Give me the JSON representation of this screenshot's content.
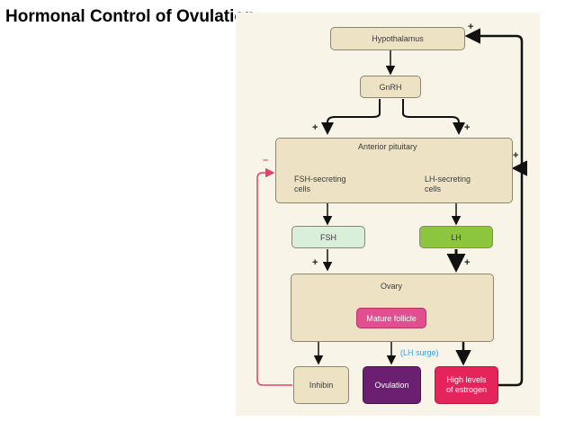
{
  "title": "Hormonal Control of Ovulation",
  "nodes": {
    "hypothalamus": "Hypothalamus",
    "gnrh": "GnRH",
    "anterior_pituitary": "Anterior pituitary",
    "fsh_cells": "FSH-secreting\ncells",
    "lh_cells": "LH-secreting\ncells",
    "fsh": "FSH",
    "lh": "LH",
    "ovary": "Ovary",
    "mature_follicle": "Mature follicle",
    "lh_surge": "(LH surge)",
    "inhibin": "Inhibin",
    "ovulation": "Ovulation",
    "estrogen": "High levels\nof estrogen"
  },
  "signs": {
    "plus": "+",
    "minus": "–"
  },
  "colors": {
    "box_fill": "#ede3c4",
    "fsh_fill": "#d9efd9",
    "lh_fill": "#8cc63f",
    "follicle_fill": "#e24f91",
    "ovulation_fill": "#6a1f70",
    "estrogen_fill": "#e5245b",
    "inhibitory_arrow": "#e0436e",
    "lh_surge_text": "#3ca0d8"
  }
}
